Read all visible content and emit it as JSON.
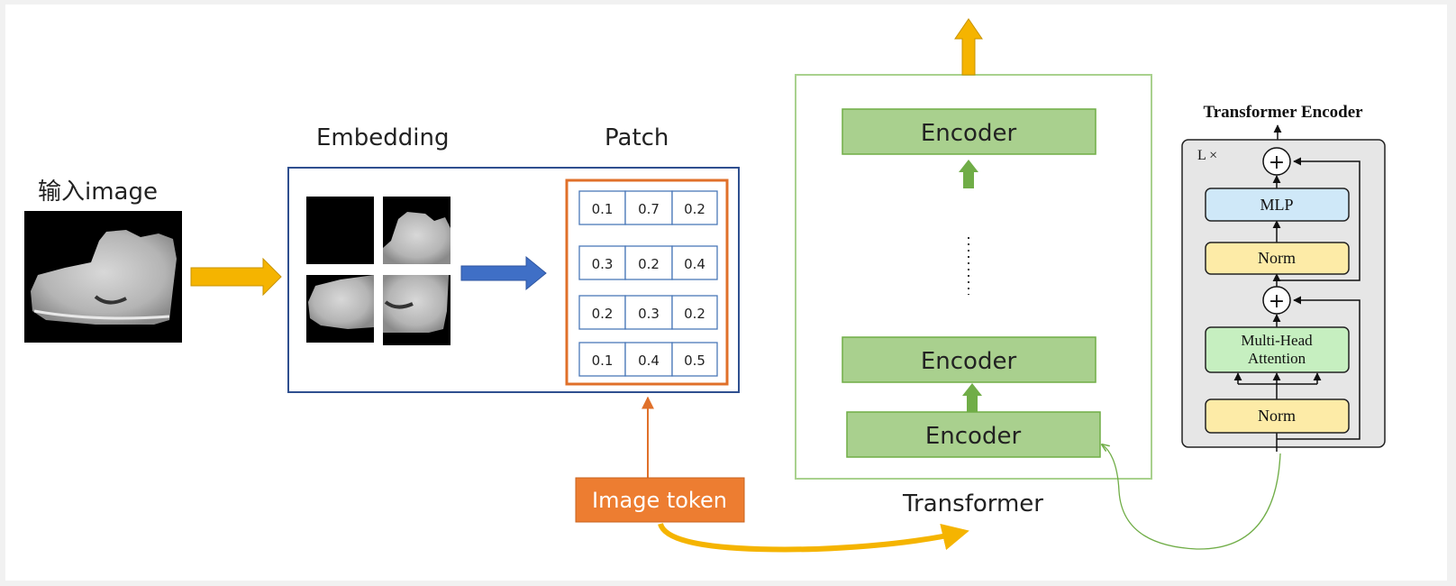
{
  "labels": {
    "input_image": "输入image",
    "embedding": "Embedding",
    "patch": "Patch",
    "image_token": "Image token",
    "transformer": "Transformer"
  },
  "encoders": {
    "top": "Encoder",
    "middle": "Encoder",
    "bottom": "Encoder"
  },
  "patch_table": {
    "rows": [
      [
        "0.1",
        "0.7",
        "0.2"
      ],
      [
        "0.3",
        "0.2",
        "0.4"
      ],
      [
        "0.2",
        "0.3",
        "0.2"
      ],
      [
        "0.1",
        "0.4",
        "0.5"
      ]
    ]
  },
  "transformer_encoder": {
    "title": "Transformer Encoder",
    "repeat": "L ×",
    "mlp": "MLP",
    "norm_top": "Norm",
    "attention_line1": "Multi-Head",
    "attention_line2": "Attention",
    "norm_bottom": "Norm",
    "plus_symbol": "+"
  },
  "colors": {
    "yellow_arrow": "#F5B400",
    "blue_arrow": "#3F6FC6",
    "embedding_border": "#2F4F8F",
    "patch_border": "#E0702A",
    "table_border": "#4A78B8",
    "image_token_fill": "#ED7D31",
    "encoder_fill": "#A9D08E",
    "encoder_border": "#70AD47",
    "transformer_border": "#A9D18E",
    "mlp_fill": "#CFE8F8",
    "norm_fill": "#FDEBA7",
    "attention_fill": "#C6EFC0",
    "encoder_panel_fill": "#E6E6E6"
  }
}
